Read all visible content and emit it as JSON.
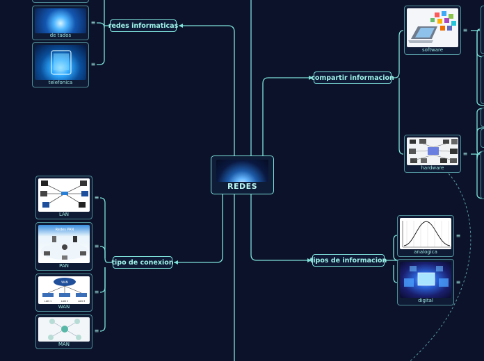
{
  "central": {
    "title": "REDES"
  },
  "topics": {
    "redes_informaticas": "redes informaticas",
    "compartir_informacion": "compartir informacion",
    "tipo_de_conexion": "tipo de conexion",
    "tipos_de_informacion": "tipos de informacion"
  },
  "cards": {
    "de_tados": "de tados",
    "telefonica": "telefonica",
    "software": "software",
    "hardware": "hardware",
    "lan": "LAN",
    "pan": "PAN",
    "wan": "WAN",
    "man": "MAN",
    "analogica": "analogica",
    "digital": "digital"
  },
  "card_images": {
    "pan_title": "Redes PAN",
    "wan_cloud": "WAN",
    "wan_lan1": "LAN 1",
    "wan_lan2": "LAN 2",
    "wan_lan3": "LAN 3"
  },
  "icons": {
    "collapse": "≡"
  },
  "colors": {
    "background": "#0b1229",
    "edge": "#7fe3dc",
    "topic_text": "#9ff3ea",
    "card_border": "#4f8f99"
  }
}
